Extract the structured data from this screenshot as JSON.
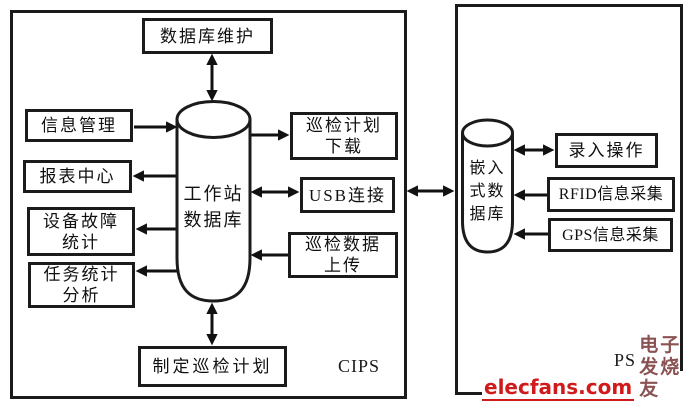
{
  "colors": {
    "line": "#1b1b1b",
    "background": "#ffffff",
    "logo_red": "#cf1b1b",
    "site_red": "#8a5252"
  },
  "cips": {
    "system_label": "CIPS",
    "db_maintenance": "数据库维护",
    "info_management": "信息管理",
    "report_center": "报表中心",
    "equipment_fault_stats": "设备故障\n统计",
    "task_stats_analysis": "任务统计\n分析",
    "workstation_db": "工作站\n数据库",
    "inspection_plan_download": "巡检计划\n下载",
    "usb_connection": "USB连接",
    "inspection_data_upload": "巡检数据\n上传",
    "make_inspection_plan": "制定巡检计划"
  },
  "ps": {
    "system_label": "PS",
    "embedded_db": "嵌入\n式数\n据库",
    "entry_operation": "录入操作",
    "rfid_collection": "RFID信息采集",
    "gps_collection": "GPS信息采集"
  },
  "watermark": {
    "logo": "elecfans.com",
    "site_name": "电子发烧友"
  }
}
